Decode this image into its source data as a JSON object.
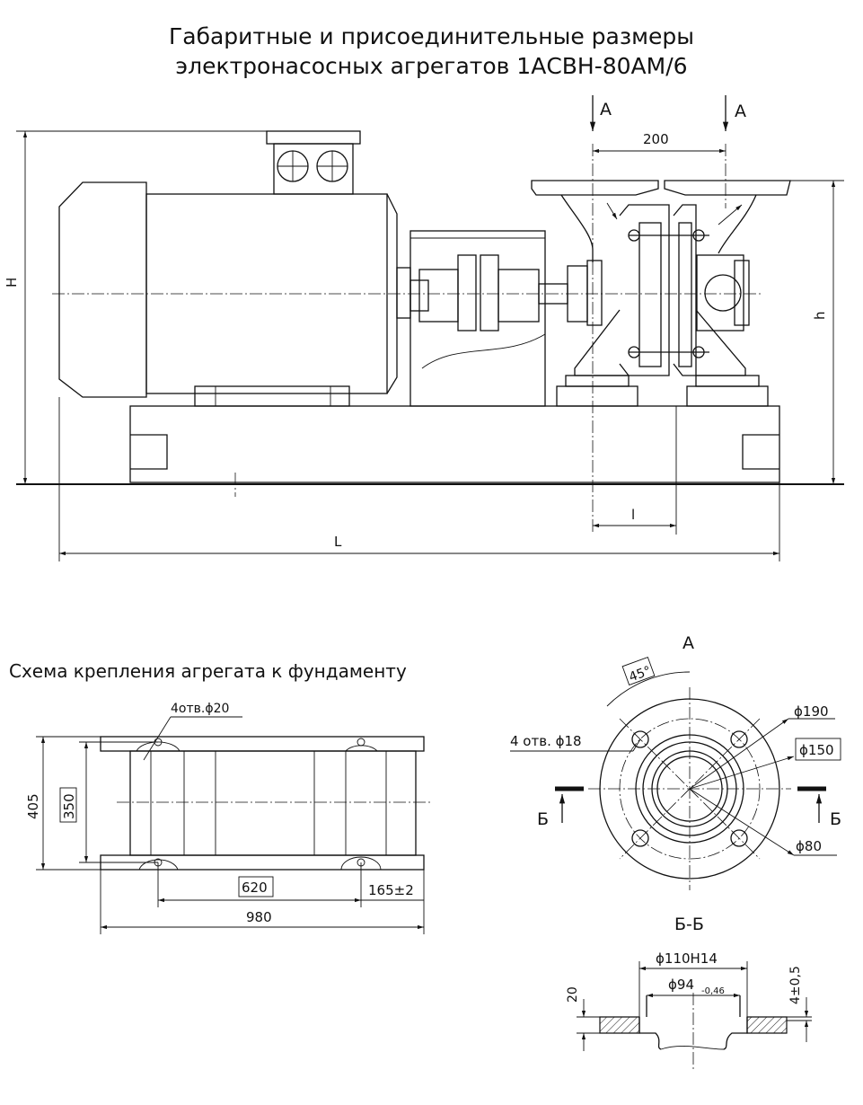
{
  "title": {
    "line1": "Габаритные и присоединительные размеры",
    "line2": "электронасосных агрегатов 1АСВН-80АМ/6"
  },
  "main_view": {
    "section_mark": "А",
    "dim_flange_spacing": "200",
    "dim_height_total": "H",
    "dim_height_axis": "h",
    "dim_length": "L",
    "dim_l": "l"
  },
  "foundation": {
    "caption": "Схема крепления агрегата к фундаменту",
    "holes": "4отв.ϕ20",
    "dim_405": "405",
    "dim_350": "350",
    "dim_620": "620",
    "dim_165": "165±2",
    "dim_980": "980"
  },
  "flange_view": {
    "title": "А",
    "angle": "45°",
    "holes": "4 отв. ϕ18",
    "d190": "ϕ190",
    "d150": "ϕ150",
    "d80": "ϕ80",
    "section_mark": "Б"
  },
  "section_bb": {
    "title": "Б-Б",
    "d110": "ϕ110Н14",
    "d94": "ϕ94",
    "d94_tol": "-0,46",
    "dim_20": "20",
    "dim_4": "4±0,5"
  }
}
